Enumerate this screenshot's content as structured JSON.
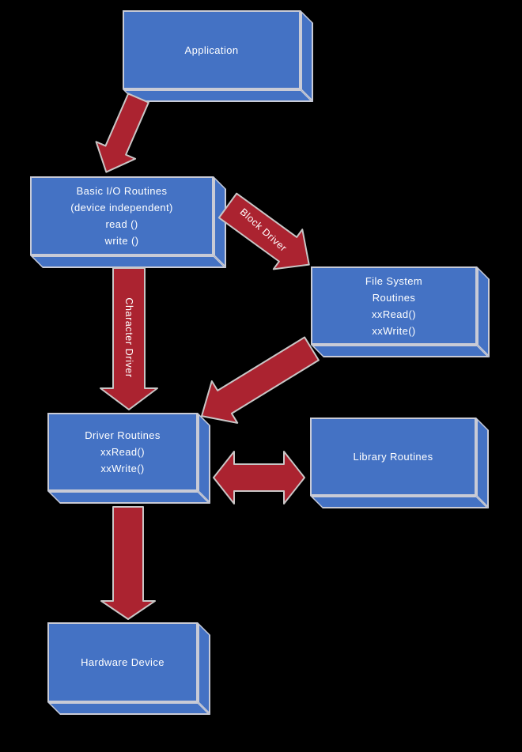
{
  "colors": {
    "background": "#000000",
    "box_fill": "#4472C4",
    "box_border": "#C9CBD6",
    "arrow_fill": "#AB2330",
    "arrow_border": "#C9C6C6",
    "text_color": "#FFFFFF"
  },
  "nodes": {
    "application": {
      "lines": [
        "Application"
      ]
    },
    "basic_io": {
      "lines": [
        "Basic I/O Routines",
        "(device independent)",
        "read ()",
        "write ()"
      ]
    },
    "file_system": {
      "lines": [
        "File System",
        "Routines",
        "xxRead()",
        "xxWrite()"
      ]
    },
    "driver": {
      "lines": [
        "Driver Routines",
        "xxRead()",
        "xxWrite()"
      ]
    },
    "library": {
      "lines": [
        "Library Routines"
      ]
    },
    "hardware": {
      "lines": [
        "Hardware Device"
      ]
    }
  },
  "edges": {
    "app_to_basic": {
      "from": "application",
      "to": "basic_io",
      "label": ""
    },
    "block_driver": {
      "from": "basic_io",
      "to": "file_system",
      "label": "Block Driver"
    },
    "character_driver": {
      "from": "basic_io",
      "to": "driver",
      "label": "Character Driver"
    },
    "fs_to_driver": {
      "from": "file_system",
      "to": "driver",
      "label": ""
    },
    "driver_library": {
      "from": "driver",
      "to": "library",
      "label": "",
      "bidirectional": true
    },
    "driver_to_hardware": {
      "from": "driver",
      "to": "hardware",
      "label": ""
    }
  }
}
